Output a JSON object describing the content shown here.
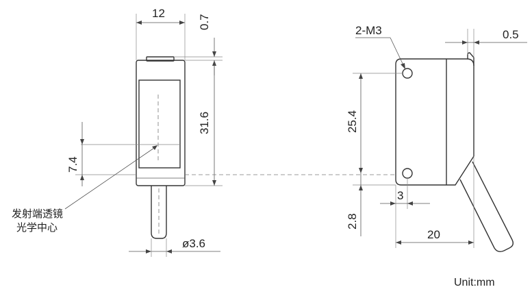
{
  "front_view": {
    "dim_width": "12",
    "dim_top_offset": "0.7",
    "dim_height": "31.6",
    "dim_center_height": "7.4",
    "dim_cable_diameter": "ø3.6",
    "label_line1": "发射端透镜",
    "label_line2": "光学中心"
  },
  "side_view": {
    "dim_thread": "2-M3",
    "dim_top_offset": "0.5",
    "dim_hole_spacing": "25.4",
    "dim_hole_offset_x": "3",
    "dim_hole_offset_y": "2.8",
    "dim_depth": "20"
  },
  "unit_label": "Unit:mm"
}
